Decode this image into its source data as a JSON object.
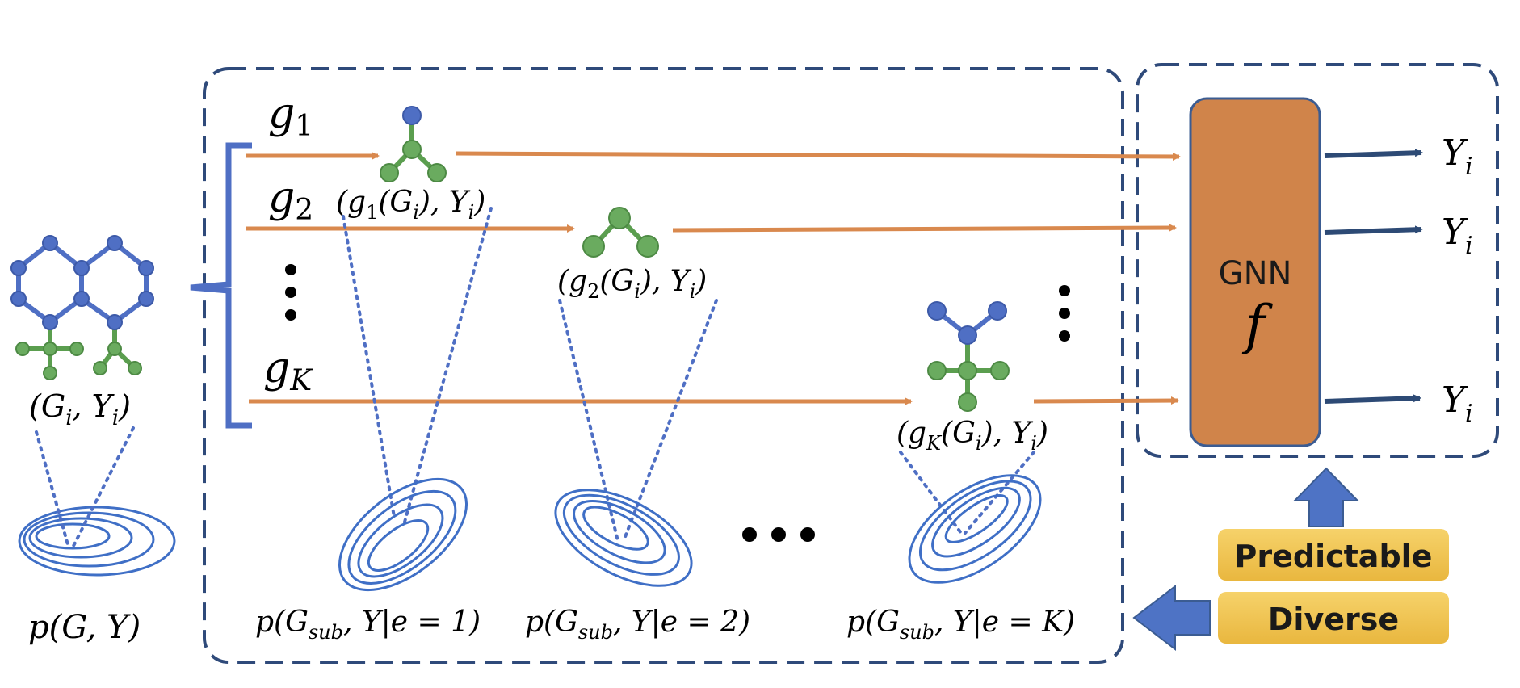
{
  "colors": {
    "edge_blue": "#4f6fc4",
    "node_blue": "#4f6fc4",
    "node_green": "#6aab5f",
    "edge_green": "#5b9e4f",
    "arrow_orange": "#d9894e",
    "arrow_navy": "#2d4a75",
    "dash_navy": "#2f4a7a",
    "gnn_fill": "#d0844a",
    "gnn_stroke": "#3b5c92",
    "button_fill": "#f0c451",
    "big_arrow": "#4e73c5"
  },
  "input": {
    "pair_label": "(G",
    "pair_sub": "i",
    "pair_mid": ", Y",
    "pair_sub2": "i",
    "pair_close": ")",
    "dist_label": "p(G, Y)"
  },
  "environments": [
    {
      "g_name": "g",
      "g_sub": "1",
      "pair": "(g",
      "pair_sub": "1",
      "pair_mid": "(G",
      "pair_sub2": "i",
      "pair_close": "), Y",
      "pair_sub3": "i",
      "pair_end": ")",
      "dist": "p(G",
      "dist_sub": "sub",
      "dist_rest": ", Y|e = 1)"
    },
    {
      "g_name": "g",
      "g_sub": "2",
      "pair": "(g",
      "pair_sub": "2",
      "pair_mid": "(G",
      "pair_sub2": "i",
      "pair_close": "), Y",
      "pair_sub3": "i",
      "pair_end": ")",
      "dist": "p(G",
      "dist_sub": "sub",
      "dist_rest": ", Y|e = 2)"
    },
    {
      "g_name": "g",
      "g_sub": "K",
      "pair": "(g",
      "pair_sub": "K",
      "pair_mid": "(G",
      "pair_sub2": "i",
      "pair_close": "), Y",
      "pair_sub3": "i",
      "pair_end": ")",
      "dist": "p(G",
      "dist_sub": "sub",
      "dist_rest": ", Y|e = K)"
    }
  ],
  "outputs": [
    {
      "label": "Y",
      "sub": "i"
    },
    {
      "label": "Y",
      "sub": "i"
    },
    {
      "label": "Y",
      "sub": "i"
    }
  ],
  "gnn": {
    "name": "GNN",
    "func": "f"
  },
  "buttons": {
    "predictable": "Predictable",
    "diverse": "Diverse"
  }
}
